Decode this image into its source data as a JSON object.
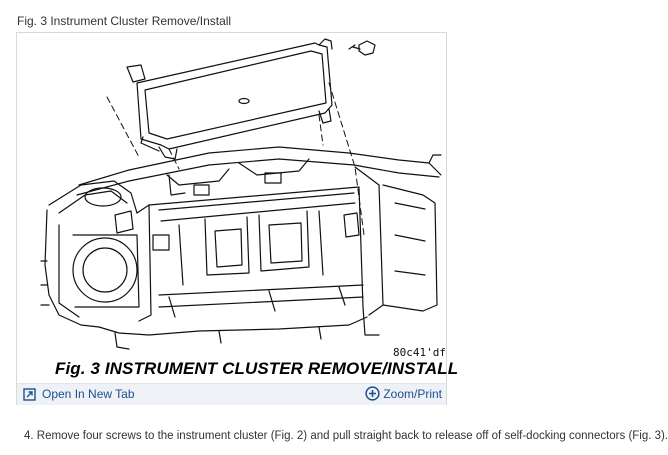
{
  "figure": {
    "caption": "Fig. 3 Instrument Cluster Remove/Install",
    "code": "80c41'df",
    "title": "Fig. 3 INSTRUMENT CLUSTER REMOVE/INSTALL"
  },
  "toolbar": {
    "open_label": "Open In New Tab",
    "zoom_label": "Zoom/Print",
    "icon_color": "#1f4f8f",
    "background": "#eef1f6"
  },
  "instructions": {
    "step_4": "4. Remove four screws to the instrument cluster (Fig. 2) and pull straight back to release off of self-docking connectors (Fig. 3)."
  }
}
